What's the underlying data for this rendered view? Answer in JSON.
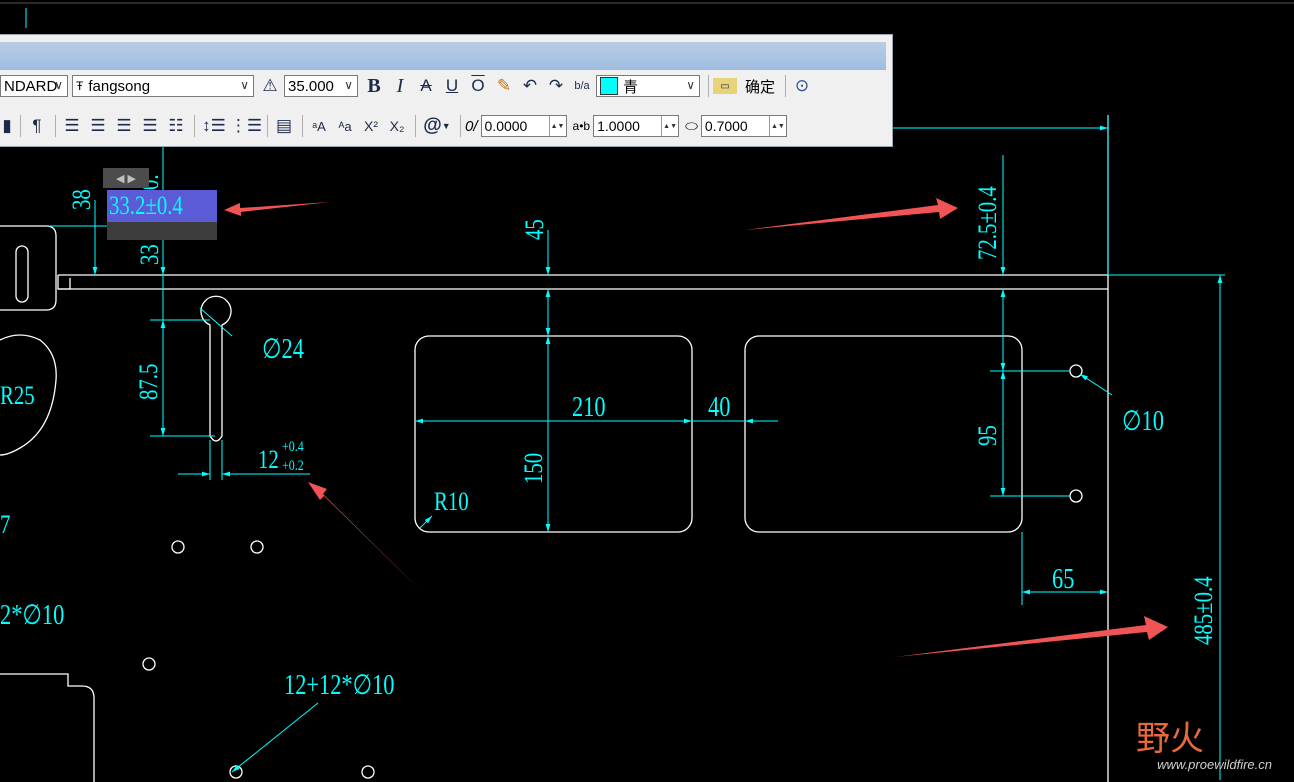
{
  "toolbar": {
    "style": "NDARD",
    "font": "fangsong",
    "height": "35.000",
    "bold": "B",
    "italic": "I",
    "strike": "A",
    "underline": "U",
    "overline": "O",
    "stack": "b/a",
    "color": "青",
    "color_hex": "#00ffff",
    "ok": "确定",
    "oblique_prefix": "0/",
    "oblique": "0.0000",
    "tracking_prefix": "a•b",
    "tracking": "1.0000",
    "width_factor": "0.7000",
    "superscript": "X²",
    "subscript": "X₂",
    "at": "@"
  },
  "editor": {
    "text": "33.2±0.4",
    "nav": "◀ ▶"
  },
  "drawing": {
    "dim_38": "38",
    "dim_33": "33",
    "dim_45": "45",
    "dim_72": "72.5±0.4",
    "dim_24": "∅24",
    "dim_87": "87.5",
    "dim_r25": "R25",
    "dim_12": "12",
    "dim_12_sup": "+0.4",
    "dim_12_sub": "+0.2",
    "dim_210": "210",
    "dim_40": "40",
    "dim_150": "150",
    "dim_r10": "R10",
    "dim_95": "95",
    "dim_10": "∅10",
    "dim_65": "65",
    "dim_485": "485±0.4",
    "dim_2x10": "2*∅10",
    "dim_12x10": "12+12*∅10",
    "dim_7": "7",
    "stub_0": "0."
  },
  "watermark": {
    "cn": "野火",
    "url": "www.proewildfire.cn"
  }
}
